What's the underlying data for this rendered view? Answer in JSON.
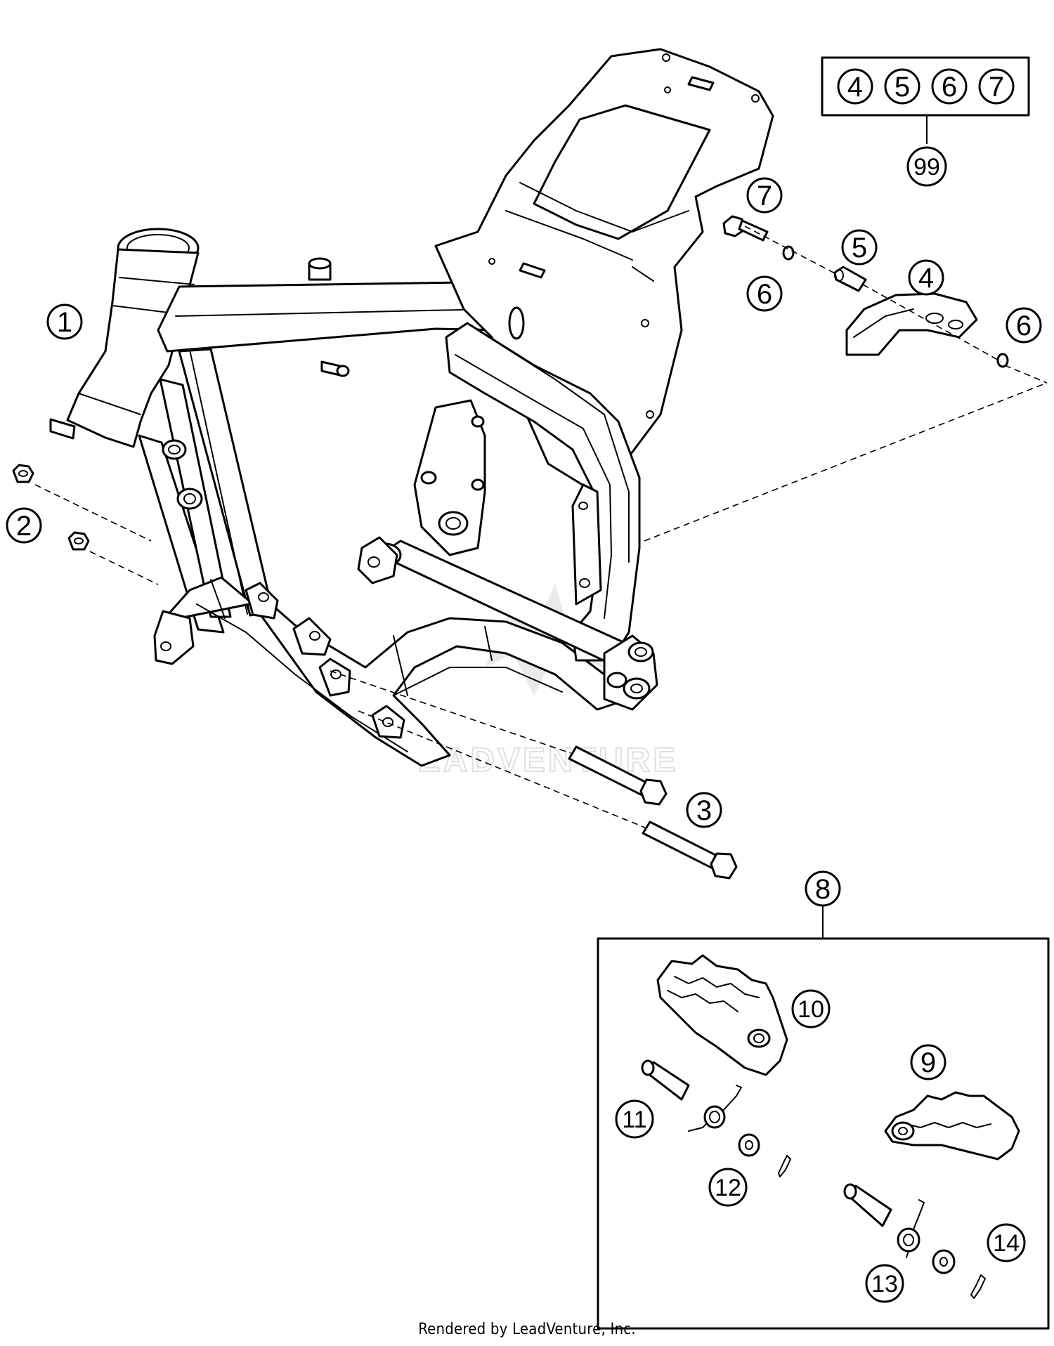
{
  "callouts": [
    {
      "id": "c1",
      "label": "1"
    },
    {
      "id": "c2",
      "label": "2"
    },
    {
      "id": "c3",
      "label": "3"
    },
    {
      "id": "c4",
      "label": "4"
    },
    {
      "id": "c5",
      "label": "5"
    },
    {
      "id": "c6a",
      "label": "6"
    },
    {
      "id": "c6b",
      "label": "6"
    },
    {
      "id": "c7",
      "label": "7"
    },
    {
      "id": "c8",
      "label": "8"
    },
    {
      "id": "c9",
      "label": "9"
    },
    {
      "id": "c10",
      "label": "10"
    },
    {
      "id": "c11",
      "label": "11"
    },
    {
      "id": "c12",
      "label": "12"
    },
    {
      "id": "c13",
      "label": "13"
    },
    {
      "id": "c14",
      "label": "14"
    },
    {
      "id": "c99",
      "label": "99"
    }
  ],
  "kit_box": {
    "labels": [
      "4",
      "5",
      "6",
      "7"
    ]
  },
  "watermark": "EADVENTURE",
  "credit": "Rendered by LeadVenture, Inc."
}
